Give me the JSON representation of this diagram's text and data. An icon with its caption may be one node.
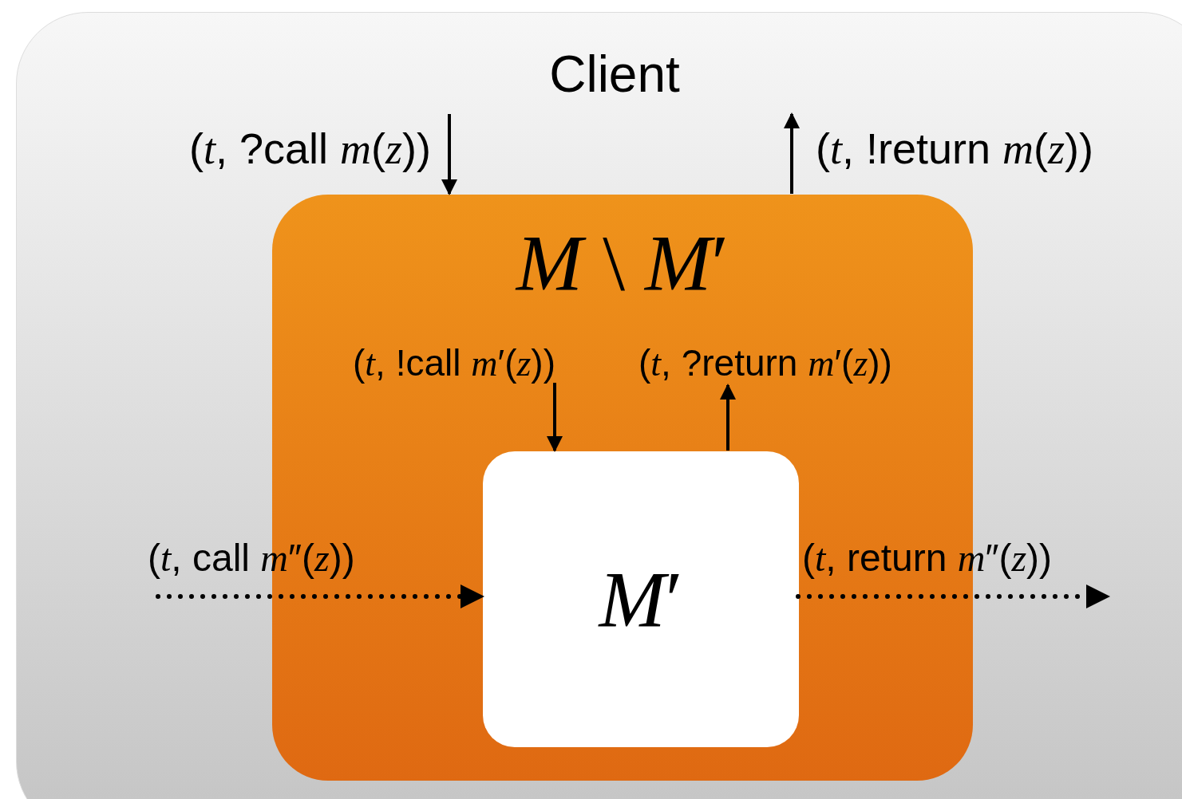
{
  "diagram": {
    "nodes": [
      {
        "text": [
          "Client"
        ]
      },
      {
        "text": [
          "*M* \\ *M*′"
        ],
        "in": 0
      },
      {
        "text": [
          "*M*′"
        ],
        "in": 1
      }
    ],
    "edges": [
      {
        "from": null,
        "to": 1,
        "arrow": "to",
        "label": "(*t*, ?call *m*(*z*))"
      },
      {
        "from": 1,
        "to": null,
        "arrow": "to",
        "label": "(*t*, !return *m*(*z*))"
      },
      {
        "from": null,
        "to": 2,
        "arrow": "to",
        "label": "(*t*, !call *m*′(*z*))"
      },
      {
        "from": 2,
        "to": null,
        "arrow": "to",
        "label": "(*t*, ?return *m*′(*z*))"
      },
      {
        "from": null,
        "to": 2,
        "arrow": "to",
        "label": "(*t*, call *m*″(*z*))",
        "style": "dashed"
      },
      {
        "from": 2,
        "to": null,
        "arrow": "to",
        "label": "(*t*, return *m*″(*z*))",
        "style": "dashed"
      }
    ]
  }
}
